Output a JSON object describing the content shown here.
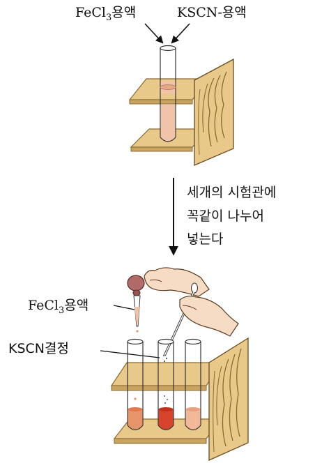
{
  "top": {
    "reagent_left": "FeCl",
    "reagent_left_sub": "3",
    "reagent_left_suffix": "용액",
    "reagent_right": "KSCN-용액"
  },
  "instruction": {
    "line1": "세개의 시험관에",
    "line2": "꼭같이 나누어",
    "line3": "넣는다"
  },
  "bottom": {
    "dropper_label": "FeCl",
    "dropper_label_sub": "3",
    "dropper_label_suffix": "용액",
    "crystal_label": "KSCN결정"
  },
  "colors": {
    "wood": "#e8c98a",
    "wood_edge": "#8a6a30",
    "solution_pale": "#f0c4a8",
    "solution_orange": "#e8946a",
    "solution_red": "#d8432c",
    "solution_peach": "#f2b898",
    "hand": "#f6dcc4",
    "bulb": "#b06a68"
  }
}
